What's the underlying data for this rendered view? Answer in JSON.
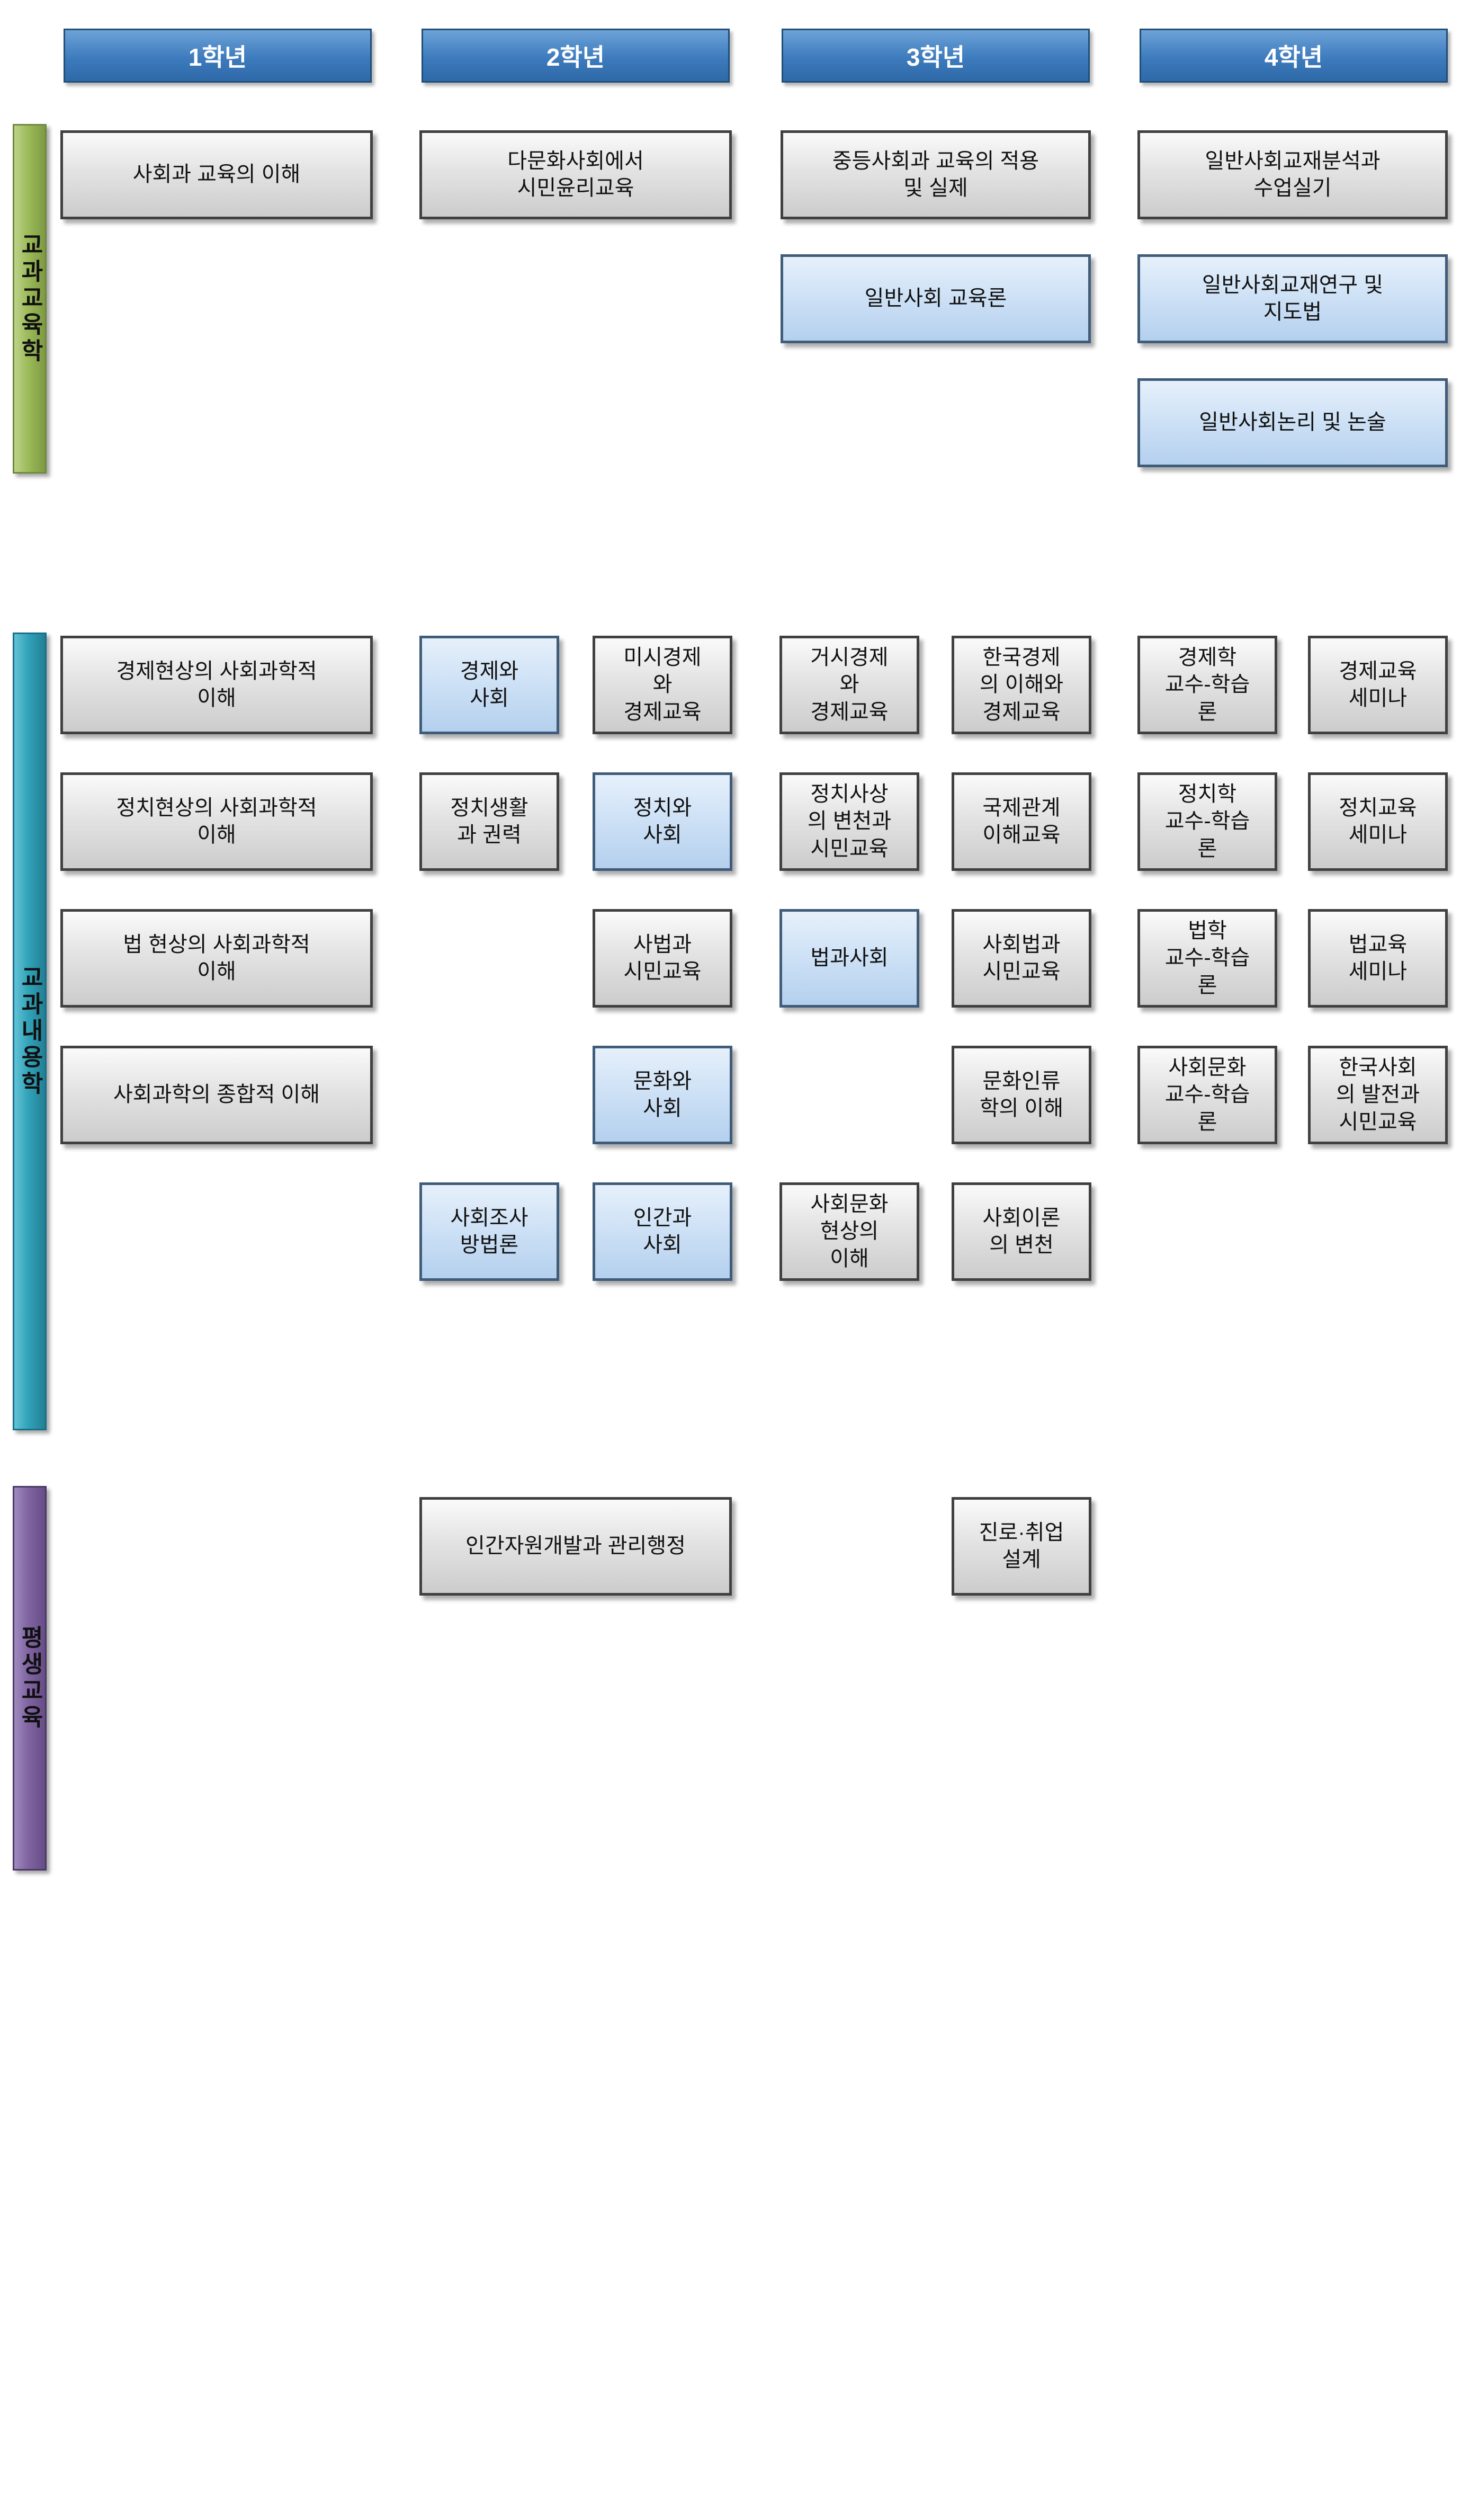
{
  "grade_headers": [
    {
      "label": "1학년"
    },
    {
      "label": "2학년"
    },
    {
      "label": "3학년"
    },
    {
      "label": "4학년"
    }
  ],
  "colors": {
    "header_blue": "#3d7bbd",
    "course_gray": "#d9d9d9",
    "course_blue": "#c5dcf5",
    "bar_green": "#9bbb59",
    "bar_teal": "#31a3b9",
    "bar_purple": "#8064a2"
  },
  "sections": {
    "pedagogy": {
      "bar_label": "교과교육학",
      "courses": [
        {
          "label": "사회과 교육의 이해",
          "variant": "gray"
        },
        {
          "label": "다문화사회에서\n시민윤리교육",
          "variant": "gray"
        },
        {
          "label": "중등사회과 교육의 적용\n및 실제",
          "variant": "gray"
        },
        {
          "label": "일반사회 교육론",
          "variant": "blue"
        },
        {
          "label": "일반사회교재분석과\n수업실기",
          "variant": "gray"
        },
        {
          "label": "일반사회교재연구 및\n지도법",
          "variant": "blue"
        },
        {
          "label": "일반사회논리 및 논술",
          "variant": "blue"
        }
      ]
    },
    "content": {
      "bar_label": "교과내용학",
      "courses": [
        {
          "label": "경제현상의 사회과학적\n이해",
          "variant": "gray"
        },
        {
          "label": "경제와\n사회",
          "variant": "blue"
        },
        {
          "label": "미시경제\n와\n경제교육",
          "variant": "gray"
        },
        {
          "label": "거시경제\n와\n경제교육",
          "variant": "gray"
        },
        {
          "label": "한국경제\n의 이해와\n경제교육",
          "variant": "gray"
        },
        {
          "label": "경제학\n교수-학습\n론",
          "variant": "gray"
        },
        {
          "label": "경제교육\n세미나",
          "variant": "gray"
        },
        {
          "label": "정치현상의 사회과학적\n이해",
          "variant": "gray"
        },
        {
          "label": "정치생활\n과 권력",
          "variant": "gray"
        },
        {
          "label": "정치와\n사회",
          "variant": "blue"
        },
        {
          "label": "정치사상\n의 변천과\n시민교육",
          "variant": "gray"
        },
        {
          "label": "국제관계\n이해교육",
          "variant": "gray"
        },
        {
          "label": "정치학\n교수-학습\n론",
          "variant": "gray"
        },
        {
          "label": "정치교육\n세미나",
          "variant": "gray"
        },
        {
          "label": "법 현상의 사회과학적\n이해",
          "variant": "gray"
        },
        {
          "label": "사법과\n시민교육",
          "variant": "gray"
        },
        {
          "label": "법과사회",
          "variant": "blue"
        },
        {
          "label": "사회법과\n시민교육",
          "variant": "gray"
        },
        {
          "label": "법학\n교수-학습\n론",
          "variant": "gray"
        },
        {
          "label": "법교육\n세미나",
          "variant": "gray"
        },
        {
          "label": "사회과학의 종합적 이해",
          "variant": "gray"
        },
        {
          "label": "문화와\n사회",
          "variant": "blue"
        },
        {
          "label": "문화인류\n학의 이해",
          "variant": "gray"
        },
        {
          "label": "사회문화\n교수-학습\n론",
          "variant": "gray"
        },
        {
          "label": "한국사회\n의 발전과\n시민교육",
          "variant": "gray"
        },
        {
          "label": "사회조사\n방법론",
          "variant": "blue"
        },
        {
          "label": "인간과\n사회",
          "variant": "blue"
        },
        {
          "label": "사회문화\n현상의\n이해",
          "variant": "gray"
        },
        {
          "label": "사회이론\n의 변천",
          "variant": "gray"
        }
      ]
    },
    "lifelong": {
      "bar_label": "평생교육",
      "courses": [
        {
          "label": "인간자원개발과 관리행정",
          "variant": "gray"
        },
        {
          "label": "진로·취업\n설계",
          "variant": "gray"
        }
      ]
    }
  }
}
